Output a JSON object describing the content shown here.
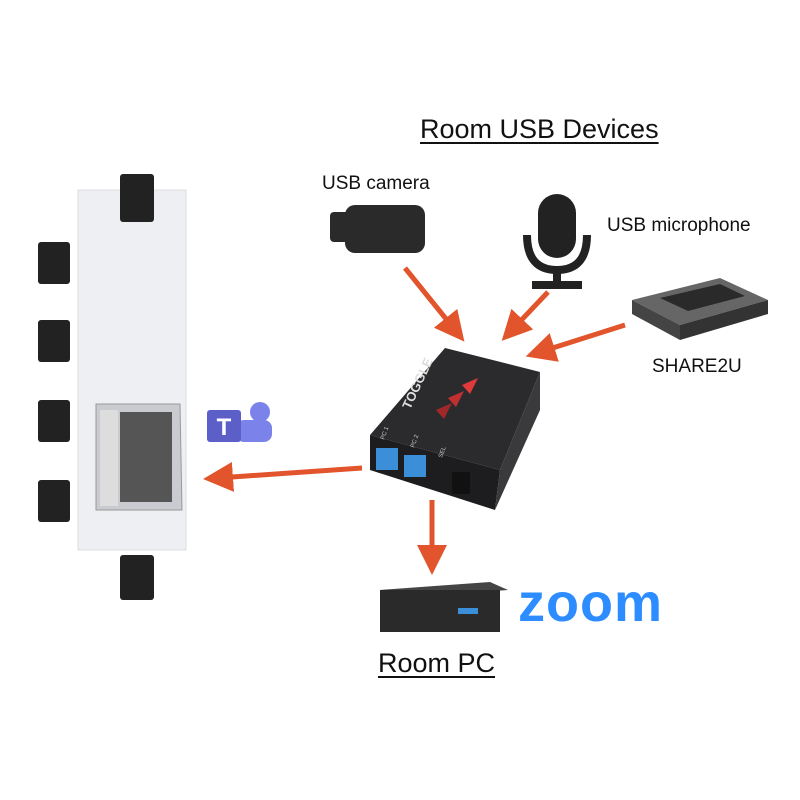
{
  "header": {
    "title": "Room USB Devices"
  },
  "devices": {
    "camera": "USB camera",
    "microphone": "USB microphone",
    "share2u": "SHARE2U",
    "room_pc": "Room PC"
  },
  "toggle": {
    "brand": "TOGGLE",
    "port1": "PC 1",
    "port2": "PC 2",
    "sel": "SEL"
  },
  "logos": {
    "zoom": "zoom",
    "teams": "T"
  },
  "colors": {
    "arrow": "#e2542b",
    "zoom": "#2d8cff",
    "teams": "#5b5fc7"
  }
}
